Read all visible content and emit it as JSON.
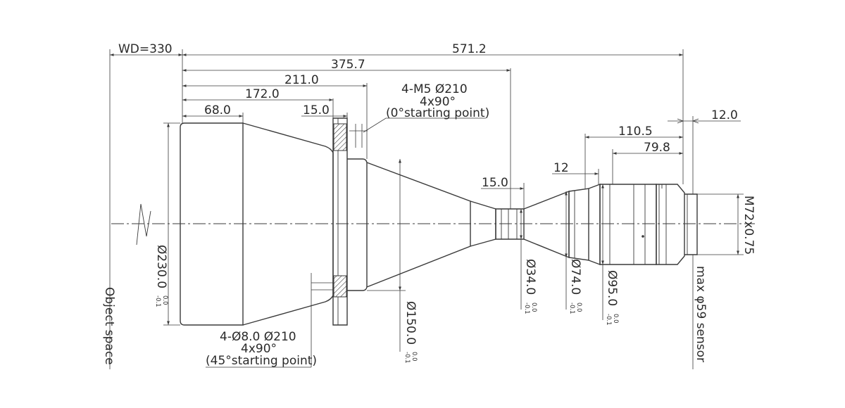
{
  "dimensions": {
    "wd": "WD=330",
    "total_length": "571.2",
    "length_375": "375.7",
    "length_211": "211.0",
    "length_172": "172.0",
    "length_68": "68.0",
    "flange_15": "15.0",
    "neck_15": "15.0",
    "length_110": "110.5",
    "length_79": "79.8",
    "length_12a": "12",
    "length_12b": "12.0"
  },
  "diameters": {
    "d230": "Ø230.0",
    "d150": "Ø150.0",
    "d34": "Ø34.0",
    "d74": "Ø74.0",
    "d95": "Ø95.0",
    "tol_upper": "0.0",
    "tol_lower": "-0.1"
  },
  "notes": {
    "m5_line1": "4-M5  Ø210",
    "m5_line2": "4x90°",
    "m5_line3": "(0°starting point)",
    "hole_line1": "4-Ø8.0  Ø210",
    "hole_line2": "4x90°",
    "hole_line3": "(45°starting point)",
    "thread": "M72x0.75",
    "sensor": "max φ59 sensor",
    "object_space": "Object space"
  }
}
